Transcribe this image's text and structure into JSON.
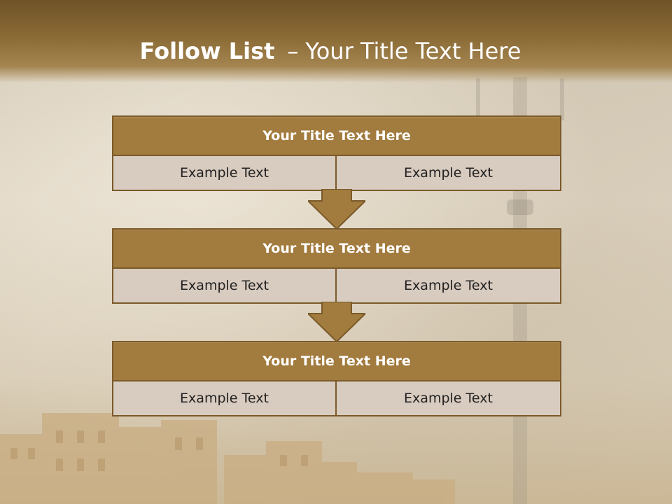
{
  "header": {
    "title_bold": "Follow List",
    "title_dash": "–",
    "title_rest": "Your Title Text Here"
  },
  "blocks": [
    {
      "title": "Your Title Text Here",
      "cells": [
        "Example Text",
        "Example Text"
      ]
    },
    {
      "title": "Your Title Text Here",
      "cells": [
        "Example Text",
        "Example Text"
      ]
    },
    {
      "title": "Your Title Text Here",
      "cells": [
        "Example Text",
        "Example Text"
      ]
    }
  ],
  "colors": {
    "header": "#8a6a35",
    "block_title_fill": "#a27b3e",
    "block_border": "#7a5a2a",
    "cell_fill": "#d8cbbf",
    "arrow_fill": "#a27b3e"
  }
}
